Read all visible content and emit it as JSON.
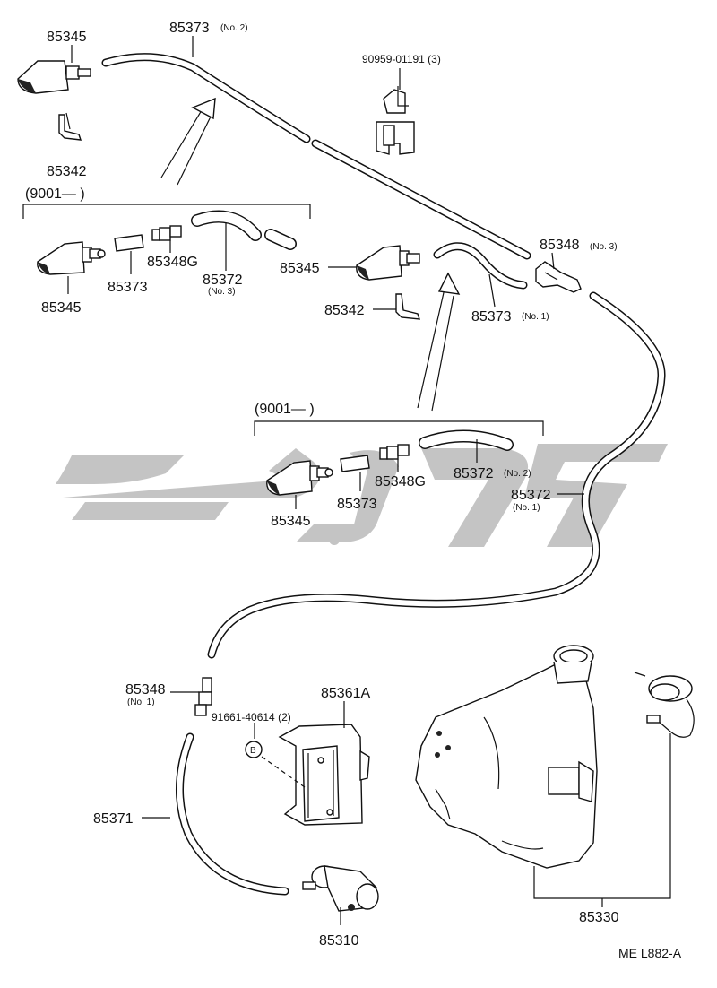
{
  "diagram": {
    "parts": {
      "nozzle_top_left": "85345",
      "hose_top": "85373",
      "hose_top_no": "(No. 2)",
      "clip_top": "85342",
      "clamp_code": "90959-01191 (3)",
      "bracket_upper": "(9001—          )",
      "nozzle_upper_set": "85345",
      "hose_upper_set_short": "85373",
      "valve_upper_set": "85348G",
      "hose_upper_set": "85372",
      "hose_upper_set_no": "(No. 3)",
      "nozzle_mid": "85345",
      "clip_mid": "85342",
      "joint_top_right": "85348",
      "joint_top_right_no": "(No. 3)",
      "hose_mid": "85373",
      "hose_mid_no": "(No. 1)",
      "bracket_lower": "(9001—          )",
      "nozzle_lower_set": "85345",
      "hose_lower_set_short": "85373",
      "valve_lower_set": "85348G",
      "hose_lower_set": "85372",
      "hose_lower_set_no": "(No. 2)",
      "hose_long": "85372",
      "hose_long_no": "(No. 1)",
      "joint_lower": "85348",
      "joint_lower_no": "(No. 1)",
      "bracket_bottom": "85361A",
      "screw_code": "91661-40614 (2)",
      "screw_marker": "B",
      "hose_bottom": "85371",
      "motor": "85310",
      "tank": "85330",
      "figure_code": "ME  L882-A"
    }
  }
}
